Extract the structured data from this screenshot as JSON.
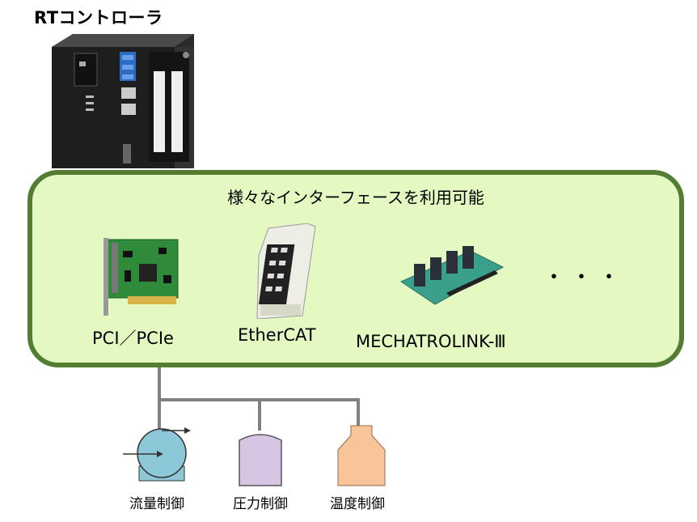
{
  "header": {
    "title": "RTコントローラ"
  },
  "panel": {
    "title": "様々なインターフェースを利用可能"
  },
  "interfaces": [
    {
      "label": "PCI／PCIe"
    },
    {
      "label": "EtherCAT"
    },
    {
      "label": "MECHATROLINK-Ⅲ"
    }
  ],
  "more": "・・・",
  "controls": [
    {
      "label": "流量制御"
    },
    {
      "label": "圧力制御"
    },
    {
      "label": "温度制御"
    }
  ],
  "colors": {
    "panel_border": "#547d34",
    "panel_fill": "#e4f9c2",
    "pump": "#8cc8d8",
    "tank_pressure": "#d6c6e4",
    "tank_temperature": "#f8c49a",
    "pipe": "#808080"
  }
}
